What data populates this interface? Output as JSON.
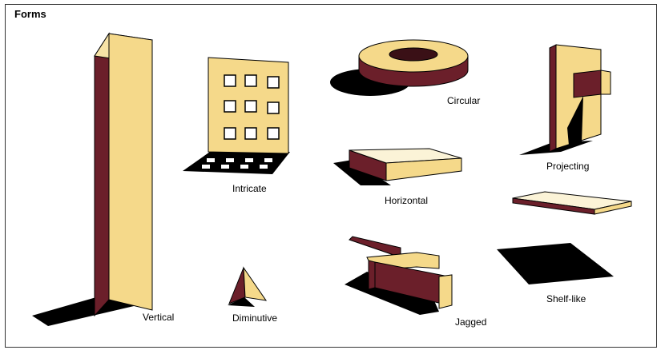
{
  "title": "Forms",
  "labels": {
    "vertical": "Vertical",
    "intricate": "Intricate",
    "diminutive": "Diminutive",
    "circular": "Circular",
    "horizontal": "Horizontal",
    "jagged": "Jagged",
    "projecting": "Projecting",
    "shelf_like": "Shelf-like"
  },
  "colors": {
    "face": "#f5d98a",
    "side": "#6b1f2a",
    "shadow": "#000000",
    "top_light": "#fbf3d7"
  }
}
